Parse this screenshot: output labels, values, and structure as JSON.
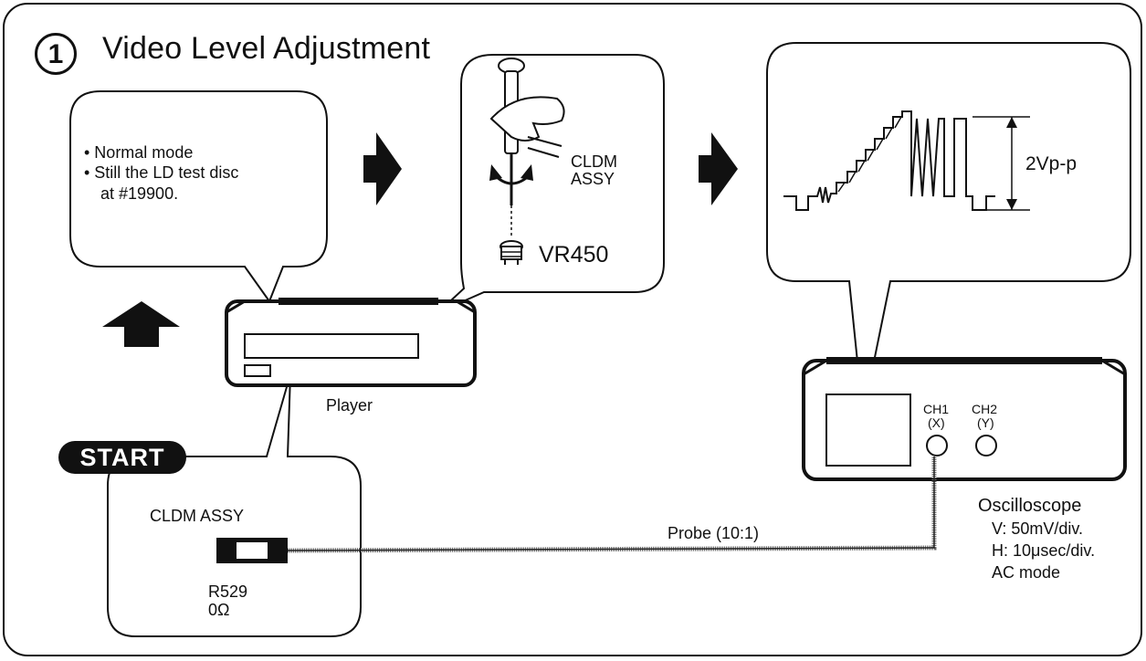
{
  "diagram": {
    "step_number": "1",
    "title": "Video Level Adjustment",
    "conditions": {
      "line1": "• Normal mode",
      "line2": "• Still the LD test disc",
      "line3": "at #19900."
    },
    "adjust_tool": {
      "assembly_line1": "CLDM",
      "assembly_line2": "ASSY",
      "control": "VR450"
    },
    "waveform": {
      "amplitude_label": "2Vp-p"
    },
    "player_label": "Player",
    "start_badge": "START",
    "test_point": {
      "assembly": "CLDM  ASSY",
      "resistor": "R529",
      "value": "0Ω"
    },
    "probe_label": "Probe (10:1)",
    "oscilloscope": {
      "ch1_line1": "CH1",
      "ch1_line2": "(X)",
      "ch2_line1": "CH2",
      "ch2_line2": "(Y)",
      "label": "Oscilloscope",
      "setting_v": "V: 50mV/div.",
      "setting_h": "H: 10μsec/div.",
      "setting_mode": "AC mode"
    }
  }
}
